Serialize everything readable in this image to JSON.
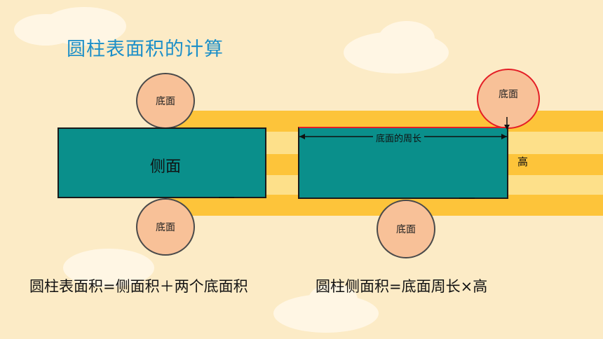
{
  "title": "圆柱表面积的计算",
  "left_net": {
    "top_base_label": "底面",
    "lateral_label": "侧面",
    "bottom_base_label": "底面"
  },
  "right_net": {
    "top_base_label": "底面",
    "perimeter_label": "底面的周长",
    "height_label": "高",
    "bottom_base_label": "底面"
  },
  "formulas": {
    "surface_area": "圆柱表面积=侧面积＋两个底面积",
    "lateral_area": "圆柱侧面积=底面周长×高"
  },
  "colors": {
    "background": "#fcebc6",
    "stripe_dark": "#fdc43a",
    "stripe_light": "#fde08a",
    "rect_fill": "#0a8f8b",
    "circle_fill": "#f8c198",
    "highlight": "#e41e26",
    "title": "#1c8fc8"
  }
}
